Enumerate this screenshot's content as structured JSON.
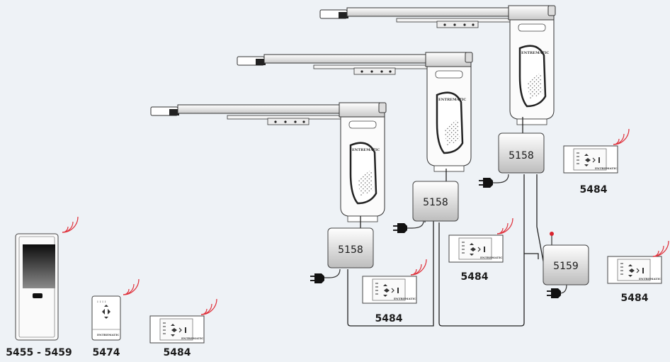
{
  "brand": "ENTREMATIC",
  "accent_color": "#d9232e",
  "controllers": [
    {
      "id": "ctrl-1",
      "model": "5158"
    },
    {
      "id": "ctrl-2",
      "model": "5158"
    },
    {
      "id": "ctrl-3",
      "model": "5158"
    }
  ],
  "receiver": {
    "model": "5159"
  },
  "devices": [
    {
      "id": "remote-handheld",
      "model": "5455 - 5459"
    },
    {
      "id": "remote-key",
      "model": "5474"
    },
    {
      "id": "wall-switch-left",
      "model": "5484"
    },
    {
      "id": "wall-switch-ctrl1",
      "model": "5484"
    },
    {
      "id": "wall-switch-ctrl2",
      "model": "5484"
    },
    {
      "id": "wall-switch-ctrl3",
      "model": "5484"
    },
    {
      "id": "wall-switch-right",
      "model": "5484"
    }
  ]
}
